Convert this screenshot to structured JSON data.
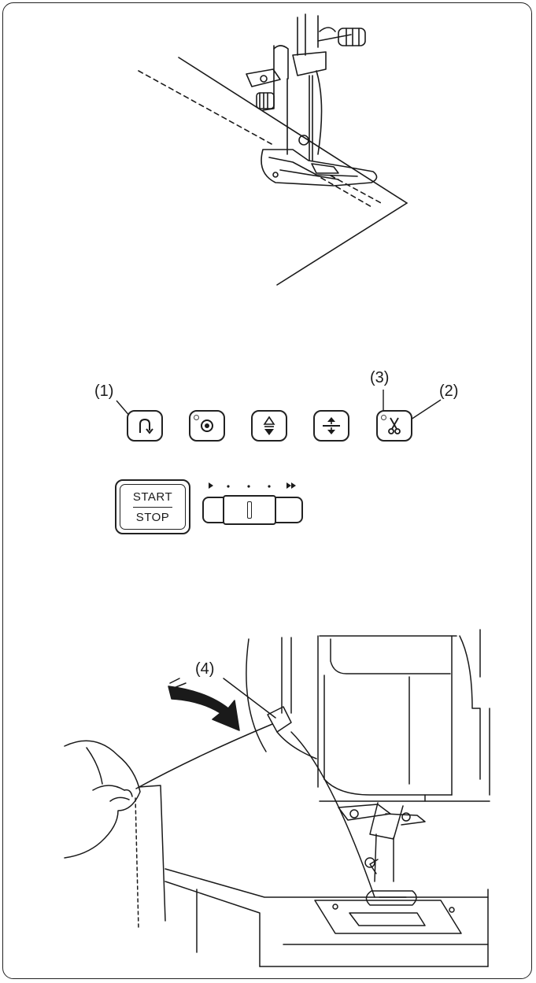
{
  "callouts": {
    "c1": "(1)",
    "c2": "(2)",
    "c3": "(3)",
    "c4": "(4)"
  },
  "start_stop": {
    "top": "START",
    "bottom": "STOP"
  },
  "buttons": [
    {
      "name": "reverse-button",
      "icon": "reverse-stitch-icon"
    },
    {
      "name": "lock-stitch-button",
      "icon": "lock-stitch-icon"
    },
    {
      "name": "needle-up-down-button",
      "icon": "needle-up-down-icon"
    },
    {
      "name": "presser-foot-button",
      "icon": "presser-foot-lift-icon"
    },
    {
      "name": "thread-cutter-button",
      "icon": "scissors-icon"
    }
  ],
  "speed_slider": {
    "level": 0.4
  }
}
